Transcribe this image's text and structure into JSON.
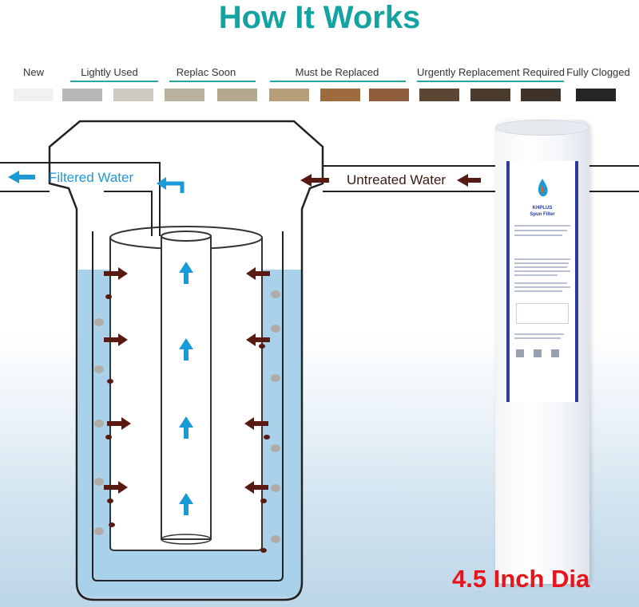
{
  "title": "How It Works",
  "stages": [
    {
      "label": "New"
    },
    {
      "label": "Lightly Used"
    },
    {
      "label": "Replac Soon"
    },
    {
      "label": "Must be Replaced"
    },
    {
      "label": "Urgently Replacement Required"
    },
    {
      "label": "Fully Clogged"
    }
  ],
  "swatch_colors": [
    "#f1f1f1",
    "#b7b7b7",
    "#cfcac0",
    "#bab09e",
    "#b4a98e",
    "#b69e78",
    "#9e6b3e",
    "#8f5f3d",
    "#5b4634",
    "#4b3a2e",
    "#3f3329",
    "#262626"
  ],
  "flow": {
    "filtered_label": "Filtered Water",
    "untreated_label": "Untreated Water"
  },
  "product": {
    "brand": "KHPLUS",
    "name": "Spun Filter",
    "size_label": "4.5 Inch Dia"
  },
  "colors": {
    "title": "#13a3a0",
    "water": "#a9d2ea",
    "outlet_arrow": "#1a9ad6",
    "inlet_arrow": "#5a1a14",
    "size_label": "#e8141c"
  }
}
